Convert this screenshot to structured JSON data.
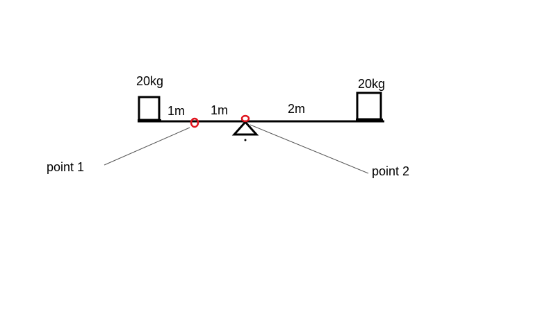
{
  "diagram": {
    "mass_left": "20kg",
    "mass_right": "20kg",
    "dist_left_outer": "1m",
    "dist_left_inner": "1m",
    "dist_right": "2m",
    "point_1_label": "point 1",
    "point_2_label": "point 2"
  },
  "colors": {
    "line": "#000000",
    "marker": "#e0141e"
  }
}
